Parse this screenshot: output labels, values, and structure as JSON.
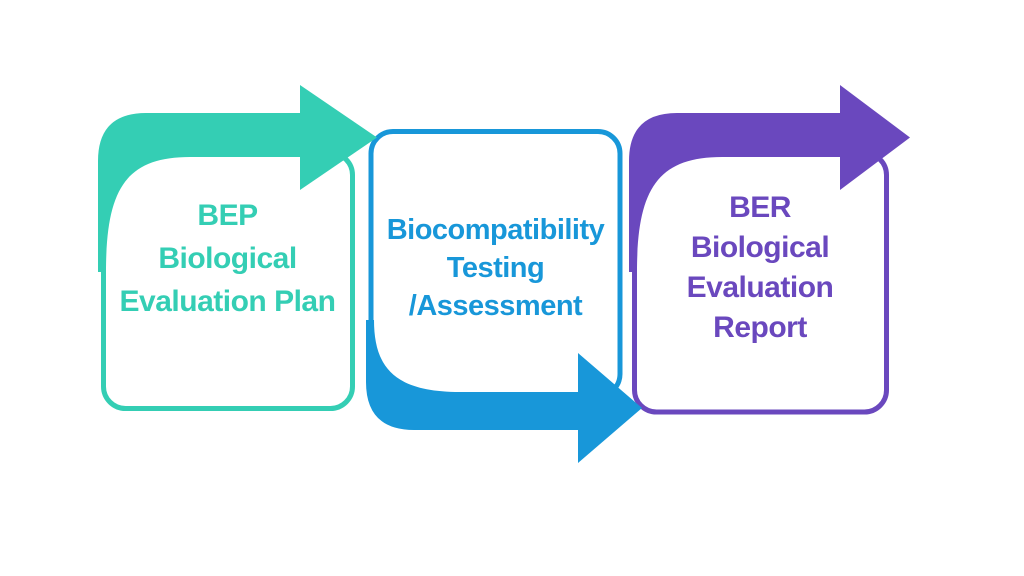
{
  "diagram": {
    "background_color": "#ffffff",
    "title": "",
    "steps": [
      {
        "name": "bep",
        "lines": [
          "BEP",
          "Biological",
          "Evaluation Plan"
        ],
        "color": "#34CEB4",
        "arrow_position": "top-right"
      },
      {
        "name": "biocompatibility-testing",
        "lines": [
          "Biocompatibility",
          "Testing",
          "/Assessment"
        ],
        "color": "#1897D9",
        "arrow_position": "bottom-right"
      },
      {
        "name": "ber",
        "lines": [
          "BER",
          "Biological",
          "Evaluation",
          "Report"
        ],
        "color": "#6A48BE",
        "arrow_position": "top-right"
      }
    ]
  }
}
